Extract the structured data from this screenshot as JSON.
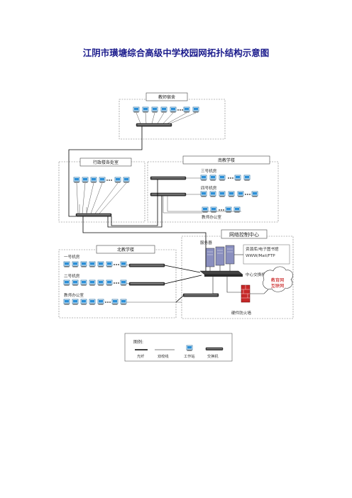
{
  "title": "江阴市璜塘综合高级中学校园网拓扑结构示意图",
  "colors": {
    "title": "#1a1a8c",
    "fiber": "#000000",
    "twisted_pair": "#555555",
    "cloud_text": "#c00000",
    "firewall": "#c62828",
    "server": "#8a8fbf",
    "workstation": "#1e88c8"
  },
  "zones": {
    "teacher_dorm": {
      "label": "教师宿舍"
    },
    "admin_building": {
      "label": "行政楼各处室"
    },
    "south_building": {
      "label": "南教学楼",
      "rooms": [
        "三号机房",
        "四号机房",
        "教师办公室"
      ]
    },
    "network_center": {
      "label": "网络控制中心",
      "server_group": "服务器",
      "server_roles": "资源库/电子图书馆",
      "server_protocols": "WWW/Mail/FTP",
      "core_switch": "中心交换机",
      "firewall": "硬件防火墙",
      "cloud": [
        "教育网",
        "互联网"
      ]
    },
    "north_building": {
      "label": "北教学楼",
      "rooms": [
        "一号机房",
        "二号机房",
        "教师办公室"
      ]
    }
  },
  "legend": {
    "title": "图例:",
    "items": [
      {
        "label": "光纤",
        "icon": "fiber-line-icon"
      },
      {
        "label": "双绞线",
        "icon": "twisted-pair-line-icon"
      },
      {
        "label": "工作站",
        "icon": "workstation-icon"
      },
      {
        "label": "交换机",
        "icon": "switch-icon"
      }
    ]
  }
}
